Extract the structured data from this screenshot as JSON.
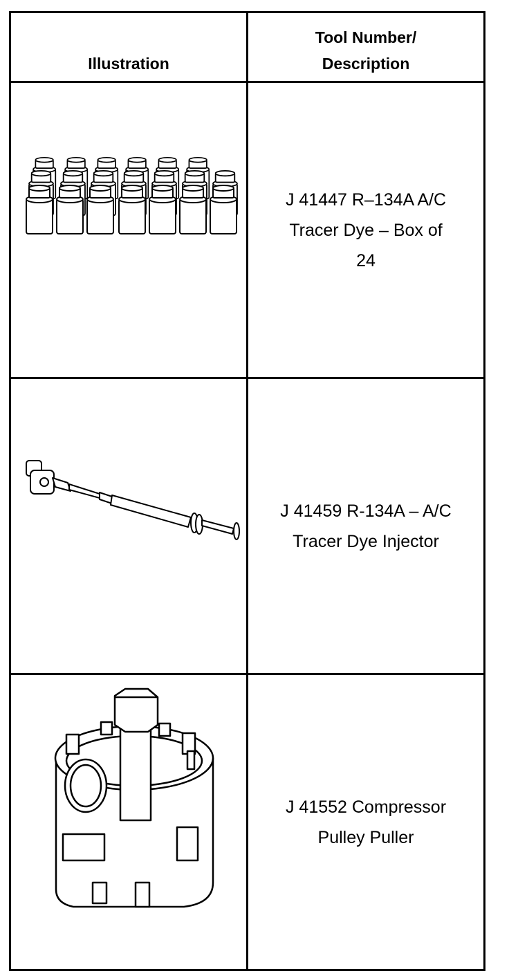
{
  "table": {
    "headers": {
      "illustration": "Illustration",
      "tool_line1": "Tool Number/",
      "tool_line2": "Description"
    },
    "rows": [
      {
        "desc_lines": [
          "J 41447 R–134A A/C",
          "Tracer Dye – Box of",
          "24"
        ],
        "illustration_icon": "dye-bottles-icon"
      },
      {
        "desc_lines": [
          "J 41459 R-134A – A/C",
          "Tracer Dye Injector"
        ],
        "illustration_icon": "dye-injector-icon"
      },
      {
        "desc_lines": [
          "J 41552 Compressor",
          "Pulley Puller"
        ],
        "illustration_icon": "pulley-puller-icon"
      }
    ]
  }
}
